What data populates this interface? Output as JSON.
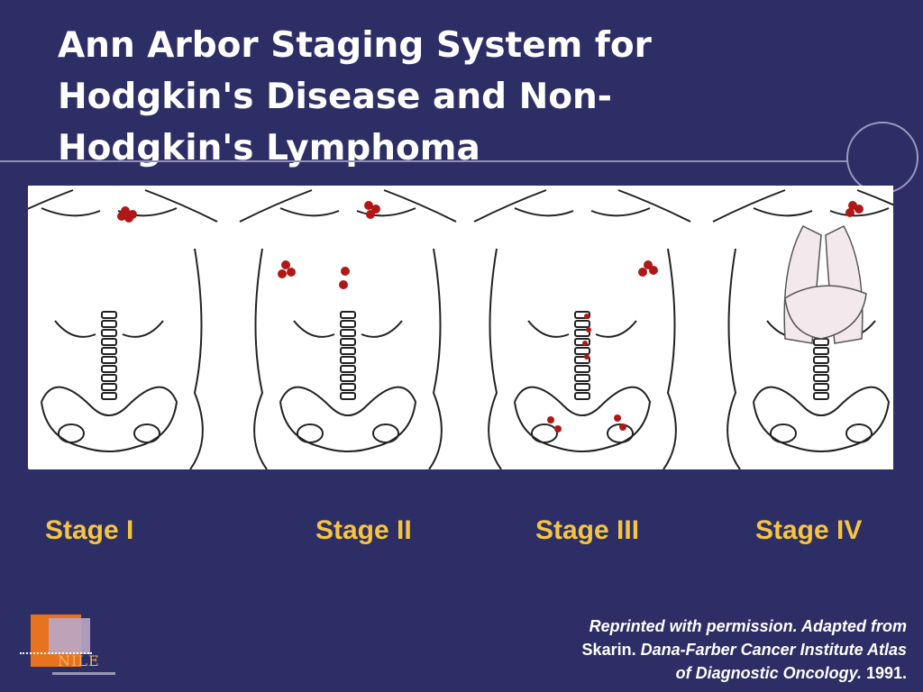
{
  "slide": {
    "title_lines": [
      "Ann Arbor Staging System for",
      "Hodgkin's Disease and Non-",
      "Hodgkin's Lymphoma"
    ]
  },
  "stages": [
    {
      "label": "Stage I"
    },
    {
      "label": "Stage II"
    },
    {
      "label": "Stage III"
    },
    {
      "label": "Stage IV"
    }
  ],
  "citation": {
    "line1": "Reprinted with permission. Adapted from",
    "line2_prefix": "Skarin. ",
    "line2_italic": "Dana-Farber Cancer Institute Atlas",
    "line3_italic": "of Diagnostic Oncology.",
    "line3_suffix": " 1991."
  },
  "logo": {
    "text": "NILE"
  },
  "colors": {
    "background": "#2e2e66",
    "title": "#ffffff",
    "stage_label": "#f5c542",
    "lymph_node": "#b01818"
  }
}
